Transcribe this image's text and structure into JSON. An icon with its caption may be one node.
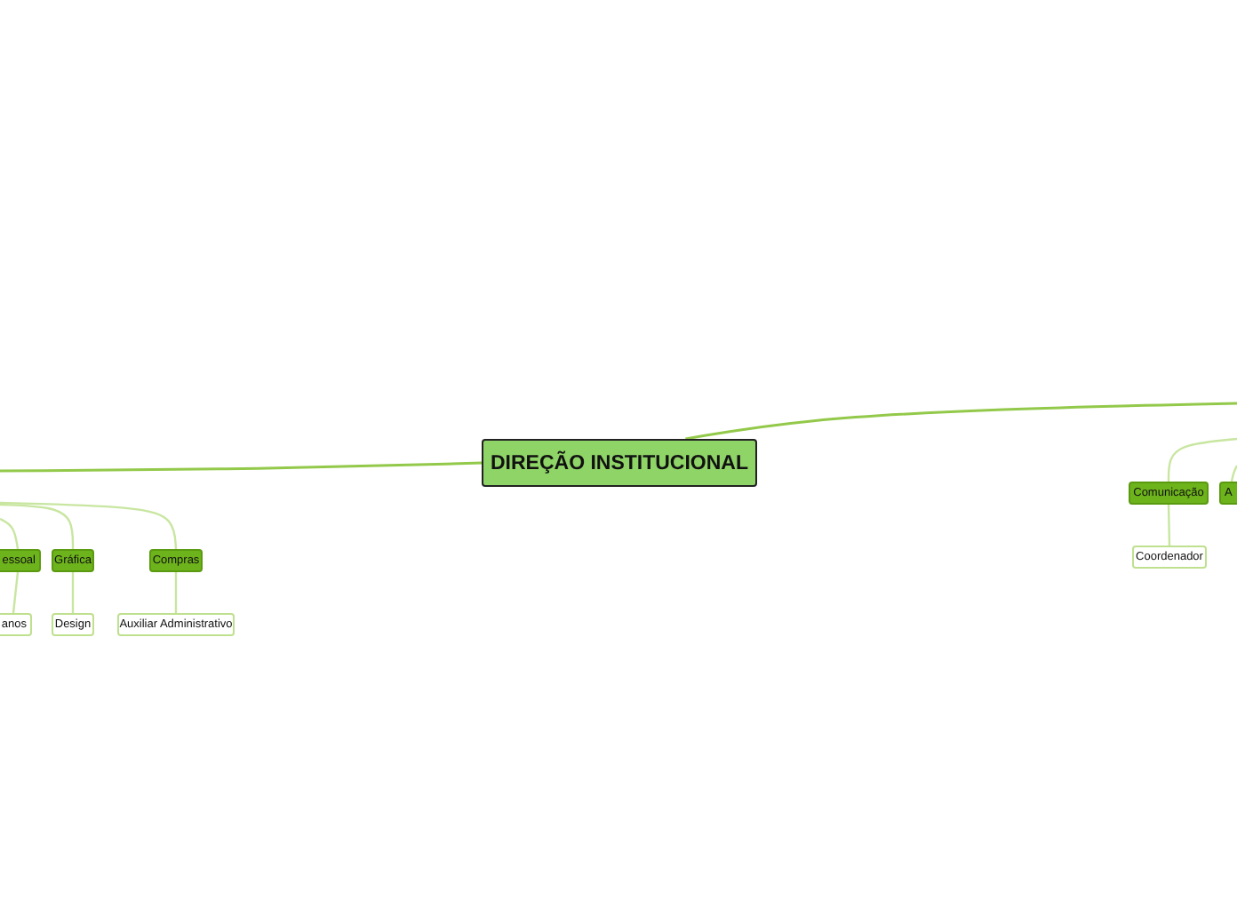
{
  "diagram": {
    "nodes": [
      {
        "text": [
          "DIREÇÃO INSTITUCIONAL"
        ]
      },
      {
        "text": [
          "essoal"
        ]
      },
      {
        "text": [
          "Gráfica"
        ]
      },
      {
        "text": [
          "Compras"
        ]
      },
      {
        "text": [
          "anos"
        ]
      },
      {
        "text": [
          "Design"
        ]
      },
      {
        "text": [
          "Auxiliar Administrativo"
        ]
      },
      {
        "text": [
          "Comunicação"
        ]
      },
      {
        "text": [
          "A"
        ]
      },
      {
        "text": [
          "Coordenador"
        ]
      }
    ],
    "edges": [
      {
        "from": 0,
        "to": null,
        "arrow": "none"
      },
      {
        "from": 0,
        "to": null,
        "arrow": "none"
      },
      {
        "from": null,
        "to": 1,
        "arrow": "none",
        "color": "#c8e6a0"
      },
      {
        "from": null,
        "to": 2,
        "arrow": "none",
        "color": "#c8e6a0"
      },
      {
        "from": null,
        "to": 3,
        "arrow": "none",
        "color": "#c8e6a0"
      },
      {
        "from": 1,
        "to": 4,
        "arrow": "none",
        "color": "#c8e6a0"
      },
      {
        "from": 2,
        "to": 5,
        "arrow": "none",
        "color": "#c8e6a0"
      },
      {
        "from": 3,
        "to": 6,
        "arrow": "none",
        "color": "#c8e6a0"
      },
      {
        "from": null,
        "to": 7,
        "arrow": "none",
        "color": "#c8e6a0"
      },
      {
        "from": null,
        "to": 8,
        "arrow": "none",
        "color": "#c8e6a0"
      },
      {
        "from": 7,
        "to": 9,
        "arrow": "none",
        "color": "#c8e6a0"
      }
    ]
  }
}
